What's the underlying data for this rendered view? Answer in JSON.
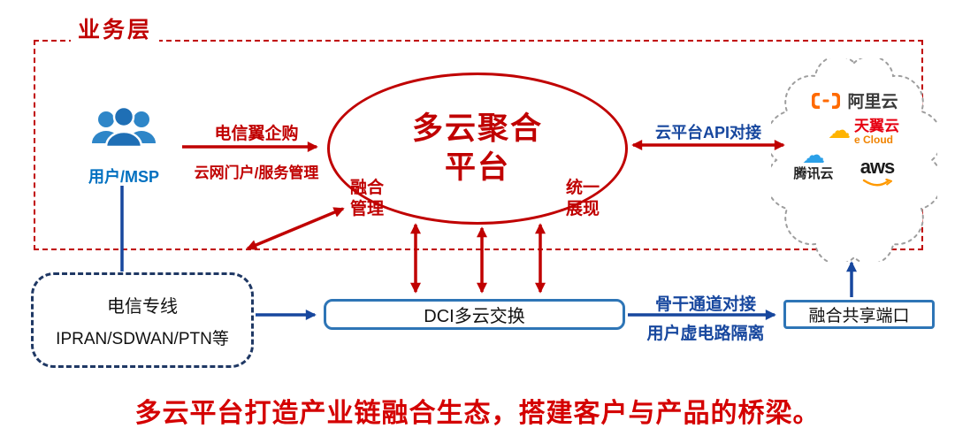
{
  "layer": {
    "label": "业务层"
  },
  "user": {
    "label": "用户/MSP"
  },
  "arrows": {
    "purchase": "电信翼企购",
    "portal": "云网门户/服务管理",
    "api": "云平台API对接",
    "backbone": "骨干通道对接",
    "isolation": "用户虚电路隔离"
  },
  "platform": {
    "title": "多云聚合\n平台",
    "fusion": "融合\n管理",
    "unified": "统一\n展现"
  },
  "providers": {
    "aliyun": "阿里云",
    "ctyun": "天翼云",
    "ctyun_sub": "e Cloud",
    "tencent": "腾讯云",
    "aws": "aws"
  },
  "nodes": {
    "line_box_l1": "电信专线",
    "line_box_l2": "IPRAN/SDWAN/PTN等",
    "dci": "DCI多云交换",
    "port": "融合共享端口"
  },
  "footer": "多云平台打造产业链融合生态，搭建客户与产品的桥梁。",
  "colors": {
    "red": "#c00000",
    "navy": "#17479e",
    "user_blue": "#0070c0",
    "box_blue": "#2e75b6",
    "dashed_navy": "#1f3864",
    "aliyun_orange": "#ff6a00",
    "ctyun_red": "#e60012",
    "tencent_blue": "#2ba0e8",
    "aws_orange": "#ff9900",
    "cloud_border_gray": "#9e9e9e"
  }
}
